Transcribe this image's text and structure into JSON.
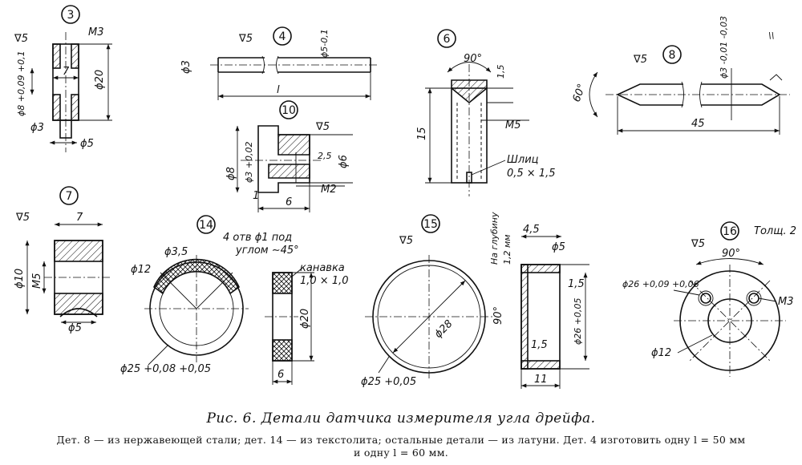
{
  "figure": {
    "caption": "Рис. 6. Детали датчика измерителя угла дрейфа.",
    "note_line1": "Дет. 8 — из нержавеющей стали; дет. 14 — из текстолита; остальные детали — из латуни. Дет. 4 изготовить одну l = 50 мм",
    "note_line2": "и одну l = 60 мм.",
    "corner_mark": "\\\\"
  },
  "parts": {
    "p3": {
      "number": "3",
      "finish": "∇5",
      "thread": "M3",
      "dim_tol": "ϕ8 +0,09 +0,1",
      "dim_d20": "ϕ20",
      "dim_7": "7",
      "dim_d3": "ϕ3",
      "dim_d5": "ϕ5"
    },
    "p4": {
      "number": "4",
      "finish": "∇5",
      "dim_d3": "ϕ3",
      "dim_d5": "ϕ5-0,1",
      "dim_l": "l"
    },
    "p6": {
      "number": "6",
      "angle": "90°",
      "dim_1_5": "1,5",
      "dim_15": "15",
      "thread": "M5",
      "slot_label": "Шлиц",
      "slot_size": "0,5 × 1,5"
    },
    "p7": {
      "number": "7",
      "finish": "∇5",
      "dim_7": "7",
      "dim_d10": "ϕ10",
      "thread": "M5",
      "dim_d5": "ϕ5"
    },
    "p8": {
      "number": "8",
      "finish": "∇5",
      "angle": "60°",
      "dim_tol": "ϕ3 -0,01 -0,03",
      "dim_45": "45"
    },
    "p10": {
      "number": "10",
      "finish": "∇5",
      "dim_d8": "ϕ8",
      "dim_tol": "ϕ3 +0,02",
      "dim_2_5": "2,5",
      "dim_d6": "ϕ6",
      "dim_1": "1",
      "thread": "M2",
      "dim_6": "6"
    },
    "p14": {
      "number": "14",
      "dim_d3_5": "ϕ3,5",
      "holes_line1": "4 отв ϕ1 под",
      "holes_line2": "углом ∼45°",
      "dim_d12": "ϕ12",
      "dim_tol": "ϕ25 +0,08 +0,05",
      "groove_line1": "канавка",
      "groove_line2": "1,0 × 1,0",
      "dim_d20": "ϕ20",
      "dim_6": "6"
    },
    "p15": {
      "number": "15",
      "finish": "∇5",
      "dim_d28": "ϕ28",
      "dim_tol": "ϕ25 +0,05",
      "depth_line1": "На глубину",
      "depth_line2": "1,2 мм",
      "angle": "90°",
      "dim_4_5": "4,5",
      "dim_d5": "ϕ5",
      "dim_1_5a": "1,5",
      "dim_1_5b": "1,5",
      "dim_tol2": "ϕ26 +0,05",
      "dim_11": "11"
    },
    "p16": {
      "number": "16",
      "finish": "∇5",
      "thickness": "Толщ. 2",
      "angle": "90°",
      "dim_tol": "ϕ26 +0,09 +0,06",
      "thread": "M3",
      "dim_d12": "ϕ12"
    }
  }
}
